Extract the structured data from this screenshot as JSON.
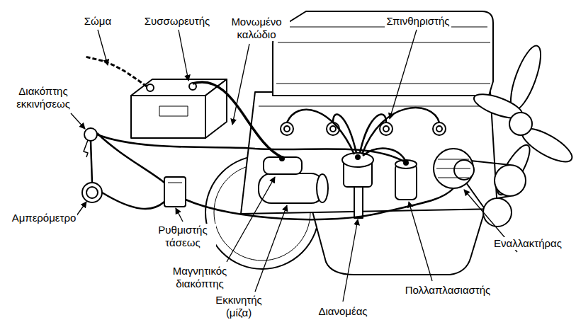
{
  "diagram": {
    "labels": [
      "Σώμα",
      "Συσσωρευτής",
      "Μονωμένο καλώδιο",
      "Σπινθηριστής",
      "Διακόπτης εκκινήσεως",
      "Αμπερόμετρο",
      "Ρυθμιστής τάσεως",
      "Μαγνητικός διακόπτης",
      "Εκκινητής (μίζα)",
      "Διανομέας",
      "Πολλαπλασιαστής",
      "Εναλλακτήρας"
    ]
  }
}
